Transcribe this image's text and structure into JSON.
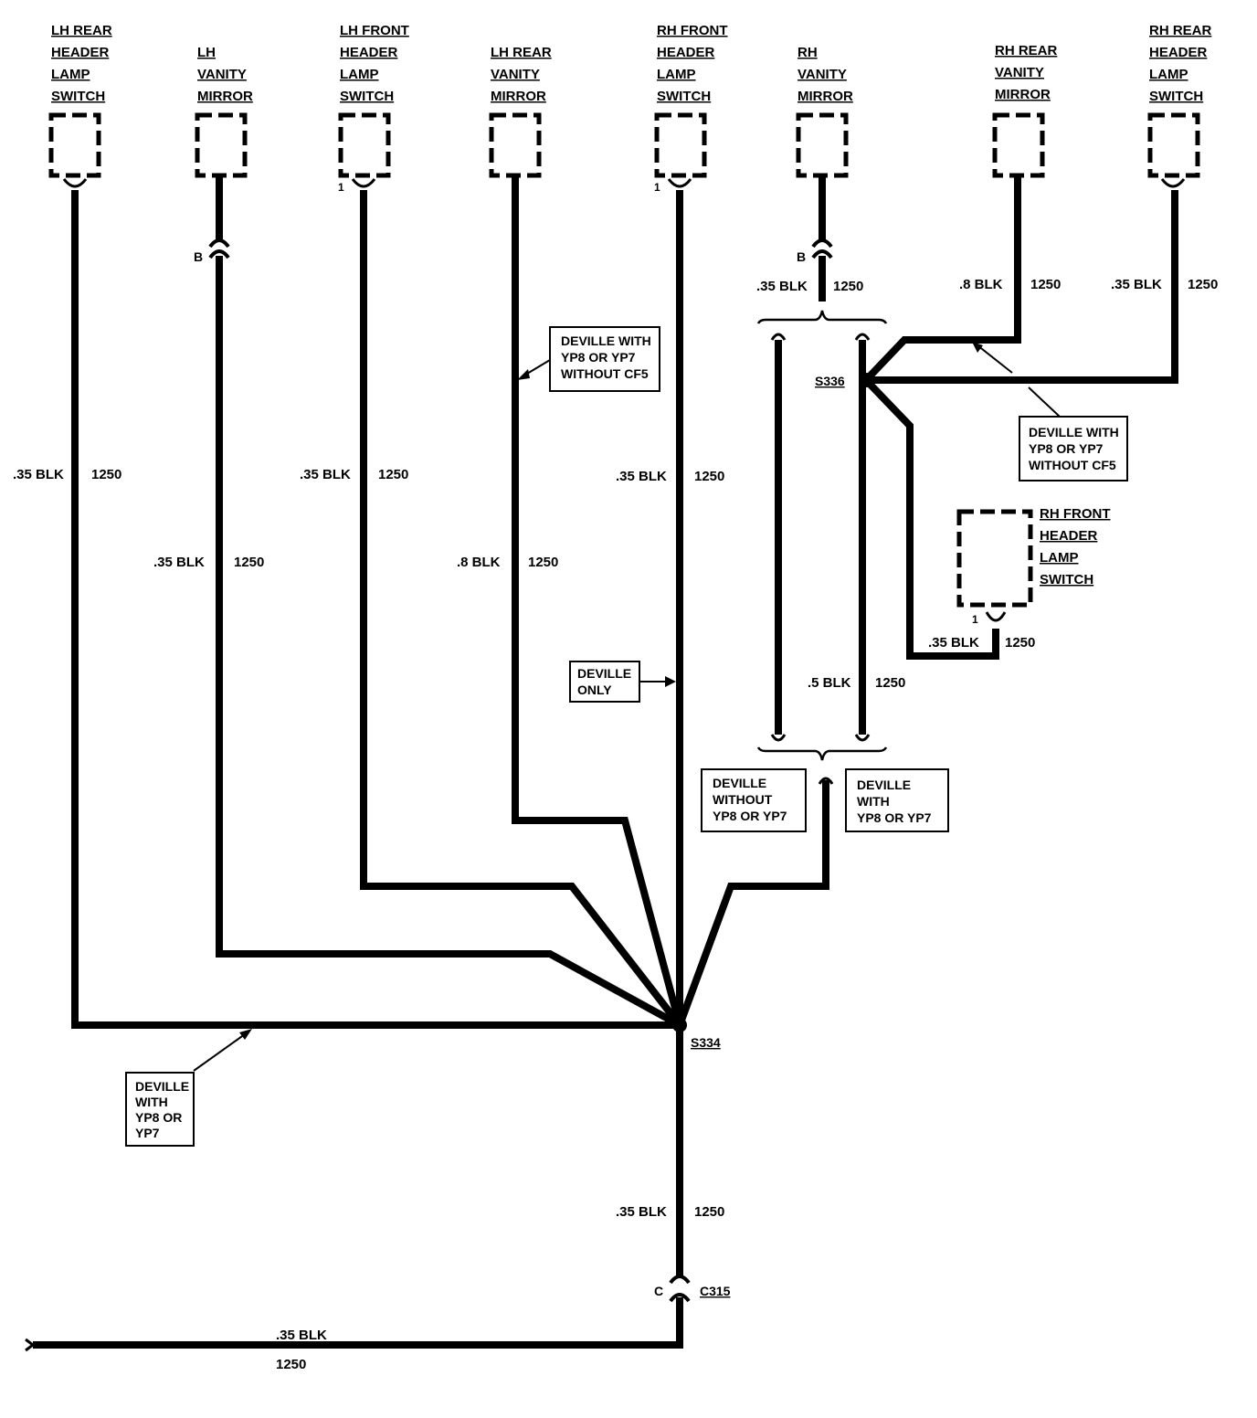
{
  "components": [
    {
      "id": "lh-rear-header-lamp-switch",
      "lines": [
        "LH REAR",
        "HEADER",
        "LAMP",
        "SWITCH"
      ],
      "pin": ""
    },
    {
      "id": "lh-vanity-mirror",
      "lines": [
        "LH",
        "VANITY",
        "MIRROR"
      ],
      "pin": ""
    },
    {
      "id": "lh-front-header-lamp-switch",
      "lines": [
        "LH FRONT",
        "HEADER",
        "LAMP",
        "SWITCH"
      ],
      "pin": "1"
    },
    {
      "id": "lh-rear-vanity-mirror",
      "lines": [
        "LH REAR",
        "VANITY",
        "MIRROR"
      ],
      "pin": ""
    },
    {
      "id": "rh-front-header-lamp-switch-top",
      "lines": [
        "RH FRONT",
        "HEADER",
        "LAMP",
        "SWITCH"
      ],
      "pin": "1"
    },
    {
      "id": "rh-vanity-mirror",
      "lines": [
        "RH",
        "VANITY",
        "MIRROR"
      ],
      "pin": ""
    },
    {
      "id": "rh-rear-vanity-mirror",
      "lines": [
        "RH REAR",
        "VANITY",
        "MIRROR"
      ],
      "pin": ""
    },
    {
      "id": "rh-rear-header-lamp-switch",
      "lines": [
        "RH REAR",
        "HEADER",
        "LAMP",
        "SWITCH"
      ],
      "pin": ""
    },
    {
      "id": "rh-front-header-lamp-switch-right",
      "lines": [
        "RH FRONT",
        "HEADER",
        "LAMP",
        "SWITCH"
      ],
      "pin": "1"
    }
  ],
  "wire_labels": [
    {
      "id": "w1",
      "gauge": ".35 BLK",
      "circuit": "1250"
    },
    {
      "id": "w2",
      "gauge": ".35 BLK",
      "circuit": "1250"
    },
    {
      "id": "w3",
      "gauge": ".35 BLK",
      "circuit": "1250"
    },
    {
      "id": "w4",
      "gauge": ".8 BLK",
      "circuit": "1250"
    },
    {
      "id": "w5",
      "gauge": ".35 BLK",
      "circuit": "1250"
    },
    {
      "id": "w6",
      "gauge": ".35 BLK",
      "circuit": "1250"
    },
    {
      "id": "w7",
      "gauge": ".8 BLK",
      "circuit": "1250"
    },
    {
      "id": "w8",
      "gauge": ".35 BLK",
      "circuit": "1250"
    },
    {
      "id": "w9",
      "gauge": ".5 BLK",
      "circuit": "1250"
    },
    {
      "id": "w10",
      "gauge": ".35 BLK",
      "circuit": "1250"
    },
    {
      "id": "w11",
      "gauge": ".35 BLK",
      "circuit": "1250"
    },
    {
      "id": "w12",
      "gauge": ".35 BLK",
      "circuit": "1250"
    }
  ],
  "notes": [
    {
      "id": "n1",
      "lines": [
        "DEVILLE WITH",
        "YP8 OR YP7",
        "WITHOUT CF5"
      ]
    },
    {
      "id": "n2",
      "lines": [
        "DEVILLE",
        "ONLY"
      ]
    },
    {
      "id": "n3",
      "lines": [
        "DEVILLE WITH",
        "YP8 OR YP7",
        "WITHOUT CF5"
      ]
    },
    {
      "id": "n4",
      "lines": [
        "DEVILLE",
        "WITHOUT",
        "YP8 OR YP7"
      ]
    },
    {
      "id": "n5",
      "lines": [
        "DEVILLE",
        "WITH",
        "YP8 OR YP7"
      ]
    },
    {
      "id": "n6",
      "lines": [
        "DEVILLE",
        "WITH",
        "YP8 OR",
        "YP7"
      ]
    }
  ],
  "splices": {
    "s334": "S334",
    "s336": "S336"
  },
  "connectors": {
    "lh_vanity_pin": "B",
    "rh_vanity_pin": "B",
    "c315_pin": "C",
    "c315_name": "C315"
  }
}
